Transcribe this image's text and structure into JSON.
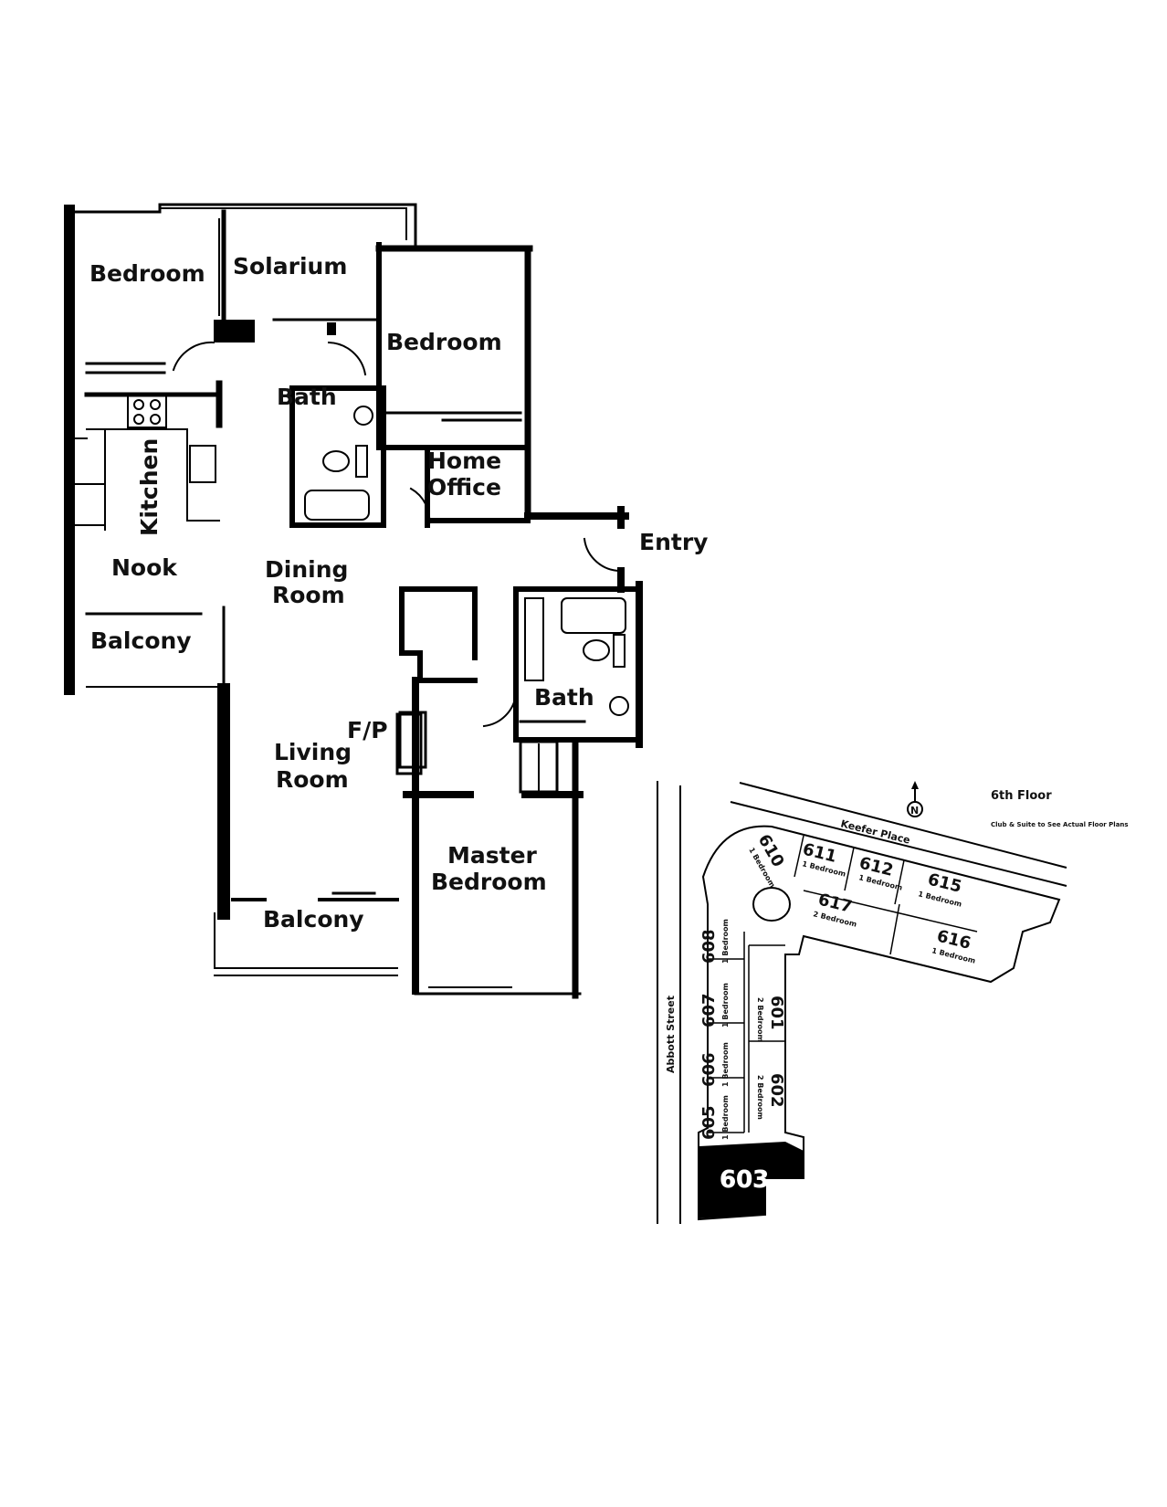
{
  "floorplan": {
    "rooms": {
      "bedroom_left": "Bedroom",
      "solarium": "Solarium",
      "bedroom_right": "Bedroom",
      "bath_upper": "Bath",
      "kitchen": "Kitchen",
      "home_office_line1": "Home",
      "home_office_line2": "Office",
      "entry": "Entry",
      "nook": "Nook",
      "dining_line1": "Dining",
      "dining_line2": "Room",
      "balcony_left": "Balcony",
      "bath_lower": "Bath",
      "fireplace": "F/P",
      "living_line1": "Living",
      "living_line2": "Room",
      "master_line1": "Master",
      "master_line2": "Bedroom",
      "balcony_bottom": "Balcony"
    }
  },
  "keyplan": {
    "floor_label": "6th Floor",
    "north_label": "N",
    "street_top": "Keefer Place",
    "street_left": "Abbott Street",
    "note_top_right": "Club & Suite to See Actual Floor Plans",
    "highlight_unit": "603",
    "units": [
      {
        "num": "601",
        "desc": "2 Bedroom"
      },
      {
        "num": "602",
        "desc": "2 Bedroom"
      },
      {
        "num": "605",
        "desc": "1 Bedroom"
      },
      {
        "num": "606",
        "desc": "1 Bedroom"
      },
      {
        "num": "607",
        "desc": "1 Bedroom"
      },
      {
        "num": "608",
        "desc": "1 Bedroom"
      },
      {
        "num": "610",
        "desc": "1 Bedroom"
      },
      {
        "num": "611",
        "desc": "1 Bedroom"
      },
      {
        "num": "612",
        "desc": "1 Bedroom"
      },
      {
        "num": "615",
        "desc": "1 Bedroom"
      },
      {
        "num": "616",
        "desc": "1 Bedroom"
      },
      {
        "num": "617",
        "desc": "2 Bedroom"
      }
    ]
  }
}
